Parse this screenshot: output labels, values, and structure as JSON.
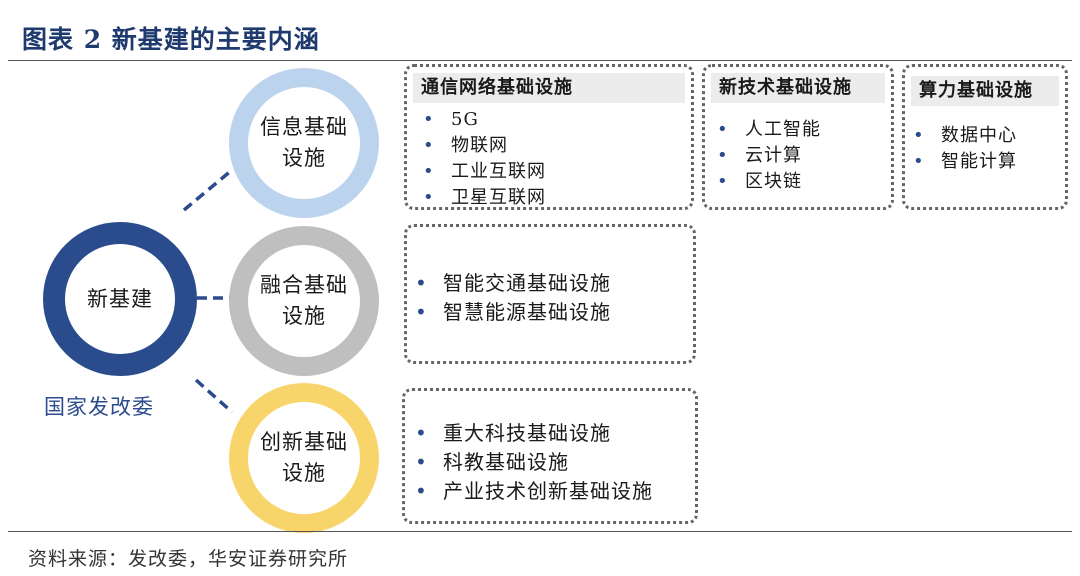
{
  "title": "图表 2 新基建的主要内涵",
  "source": "资料来源：发改委，华安证券研究所",
  "center": {
    "label": "新基建",
    "org": "国家发改委"
  },
  "categories": [
    {
      "label_line1": "信息基础",
      "label_line2": "设施"
    },
    {
      "label_line1": "融合基础",
      "label_line2": "设施"
    },
    {
      "label_line1": "创新基础",
      "label_line2": "设施"
    }
  ],
  "info_boxes": [
    {
      "header": "通信网络基础设施",
      "items": [
        "5G",
        "物联网",
        "工业互联网",
        "卫星互联网"
      ]
    },
    {
      "header": "新技术基础设施",
      "items": [
        "人工智能",
        "云计算",
        "区块链"
      ]
    },
    {
      "header": "算力基础设施",
      "items": [
        "数据中心",
        "智能计算"
      ]
    }
  ],
  "fusion_box": {
    "items": [
      "智能交通基础设施",
      "智慧能源基础设施"
    ]
  },
  "innovation_box": {
    "items": [
      "重大科技基础设施",
      "科教基础设施",
      "产业技术创新基础设施"
    ]
  },
  "colors": {
    "navy": "#2b4c8c",
    "blue_ring": "#bcd3ee",
    "gray_ring": "#bfbfbf",
    "yellow_ring": "#f8d56b",
    "title": "#1f3a6e"
  }
}
